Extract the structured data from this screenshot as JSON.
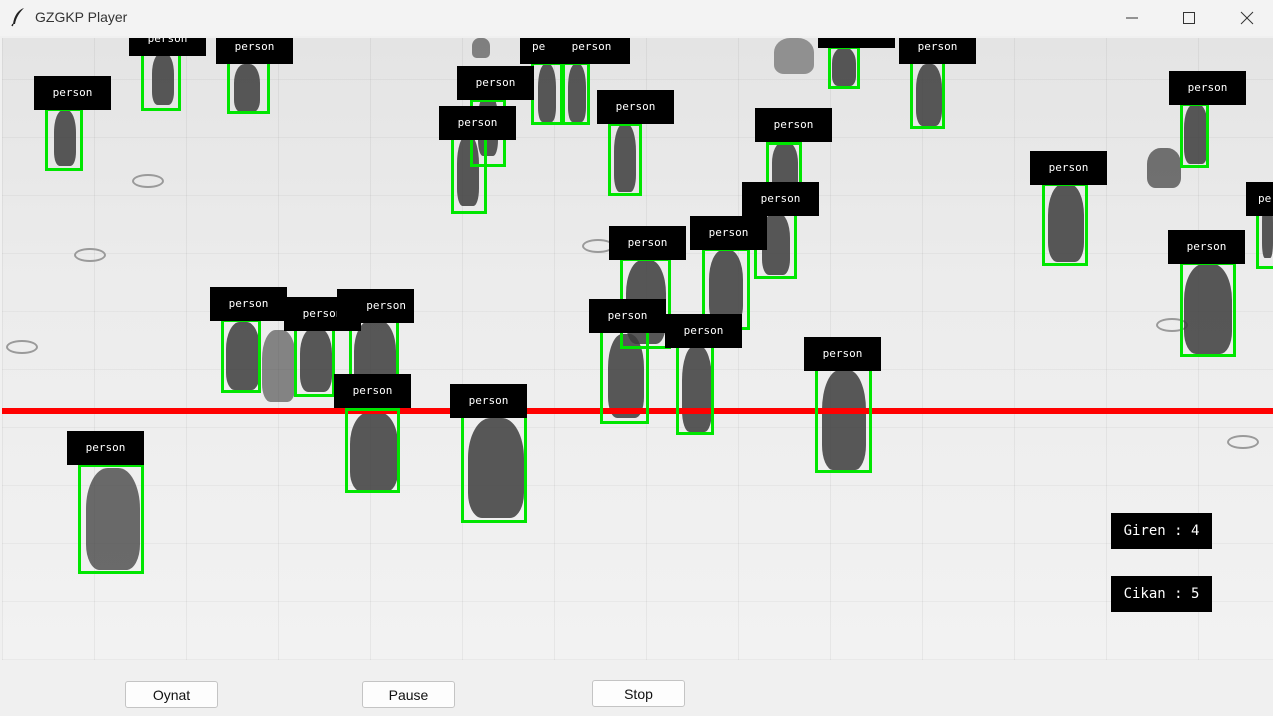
{
  "window": {
    "title": "GZGKP Player"
  },
  "video": {
    "detection_label": "person",
    "counters": {
      "giren": "Giren : 4",
      "cikan": "Cikan : 5"
    }
  },
  "controls": {
    "play_label": "Oynat",
    "pause_label": "Pause",
    "stop_label": "Stop"
  },
  "colors": {
    "box": "#00e600",
    "line": "#ff0000",
    "label_bg": "#000000"
  }
}
